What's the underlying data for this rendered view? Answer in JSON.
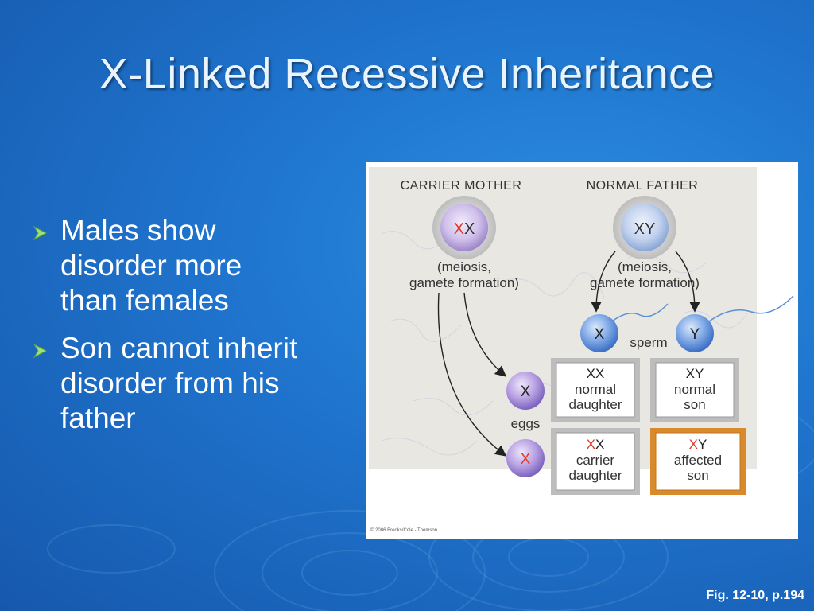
{
  "slide": {
    "title": "X-Linked Recessive Inheritance",
    "bullets": [
      {
        "line1": "Males show",
        "line2": "disorder more",
        "line3": "than females"
      },
      {
        "line1": "Son cannot inherit",
        "line2": "disorder from his",
        "line3": "father"
      }
    ],
    "footer": "Fig. 12-10, p.194"
  },
  "diagram": {
    "mother_label": "CARRIER MOTHER",
    "father_label": "NORMAL FATHER",
    "mother_genotype": {
      "allele1": "X",
      "allele2": "X"
    },
    "father_genotype": {
      "allele1": "X",
      "allele2": "Y"
    },
    "meiosis_mother": {
      "line1": "(meiosis,",
      "line2": "gamete formation)"
    },
    "meiosis_father": {
      "line1": "(meiosis,",
      "line2": "gamete formation)"
    },
    "sperm_label": "sperm",
    "eggs_label": "eggs",
    "sperm": [
      "X",
      "Y"
    ],
    "eggs": [
      "X",
      "X"
    ],
    "offspring": [
      {
        "genotype_a": "X",
        "genotype_b": "X",
        "line1": "normal",
        "line2": "daughter"
      },
      {
        "genotype_a": "X",
        "genotype_b": "Y",
        "line1": "normal",
        "line2": "son"
      },
      {
        "genotype_a": "X",
        "genotype_b": "X",
        "line1": "carrier",
        "line2": "daughter"
      },
      {
        "genotype_a": "X",
        "genotype_b": "Y",
        "line1": "affected",
        "line2": "son"
      }
    ],
    "copyright": "© 2006 Brooks/Cole - Thomson",
    "colors": {
      "recessive_allele": "#e23b2a",
      "affected_border": "#d98a2b",
      "cell_mother": "#c9b8e6",
      "cell_sperm": "#5b8fd6"
    }
  }
}
